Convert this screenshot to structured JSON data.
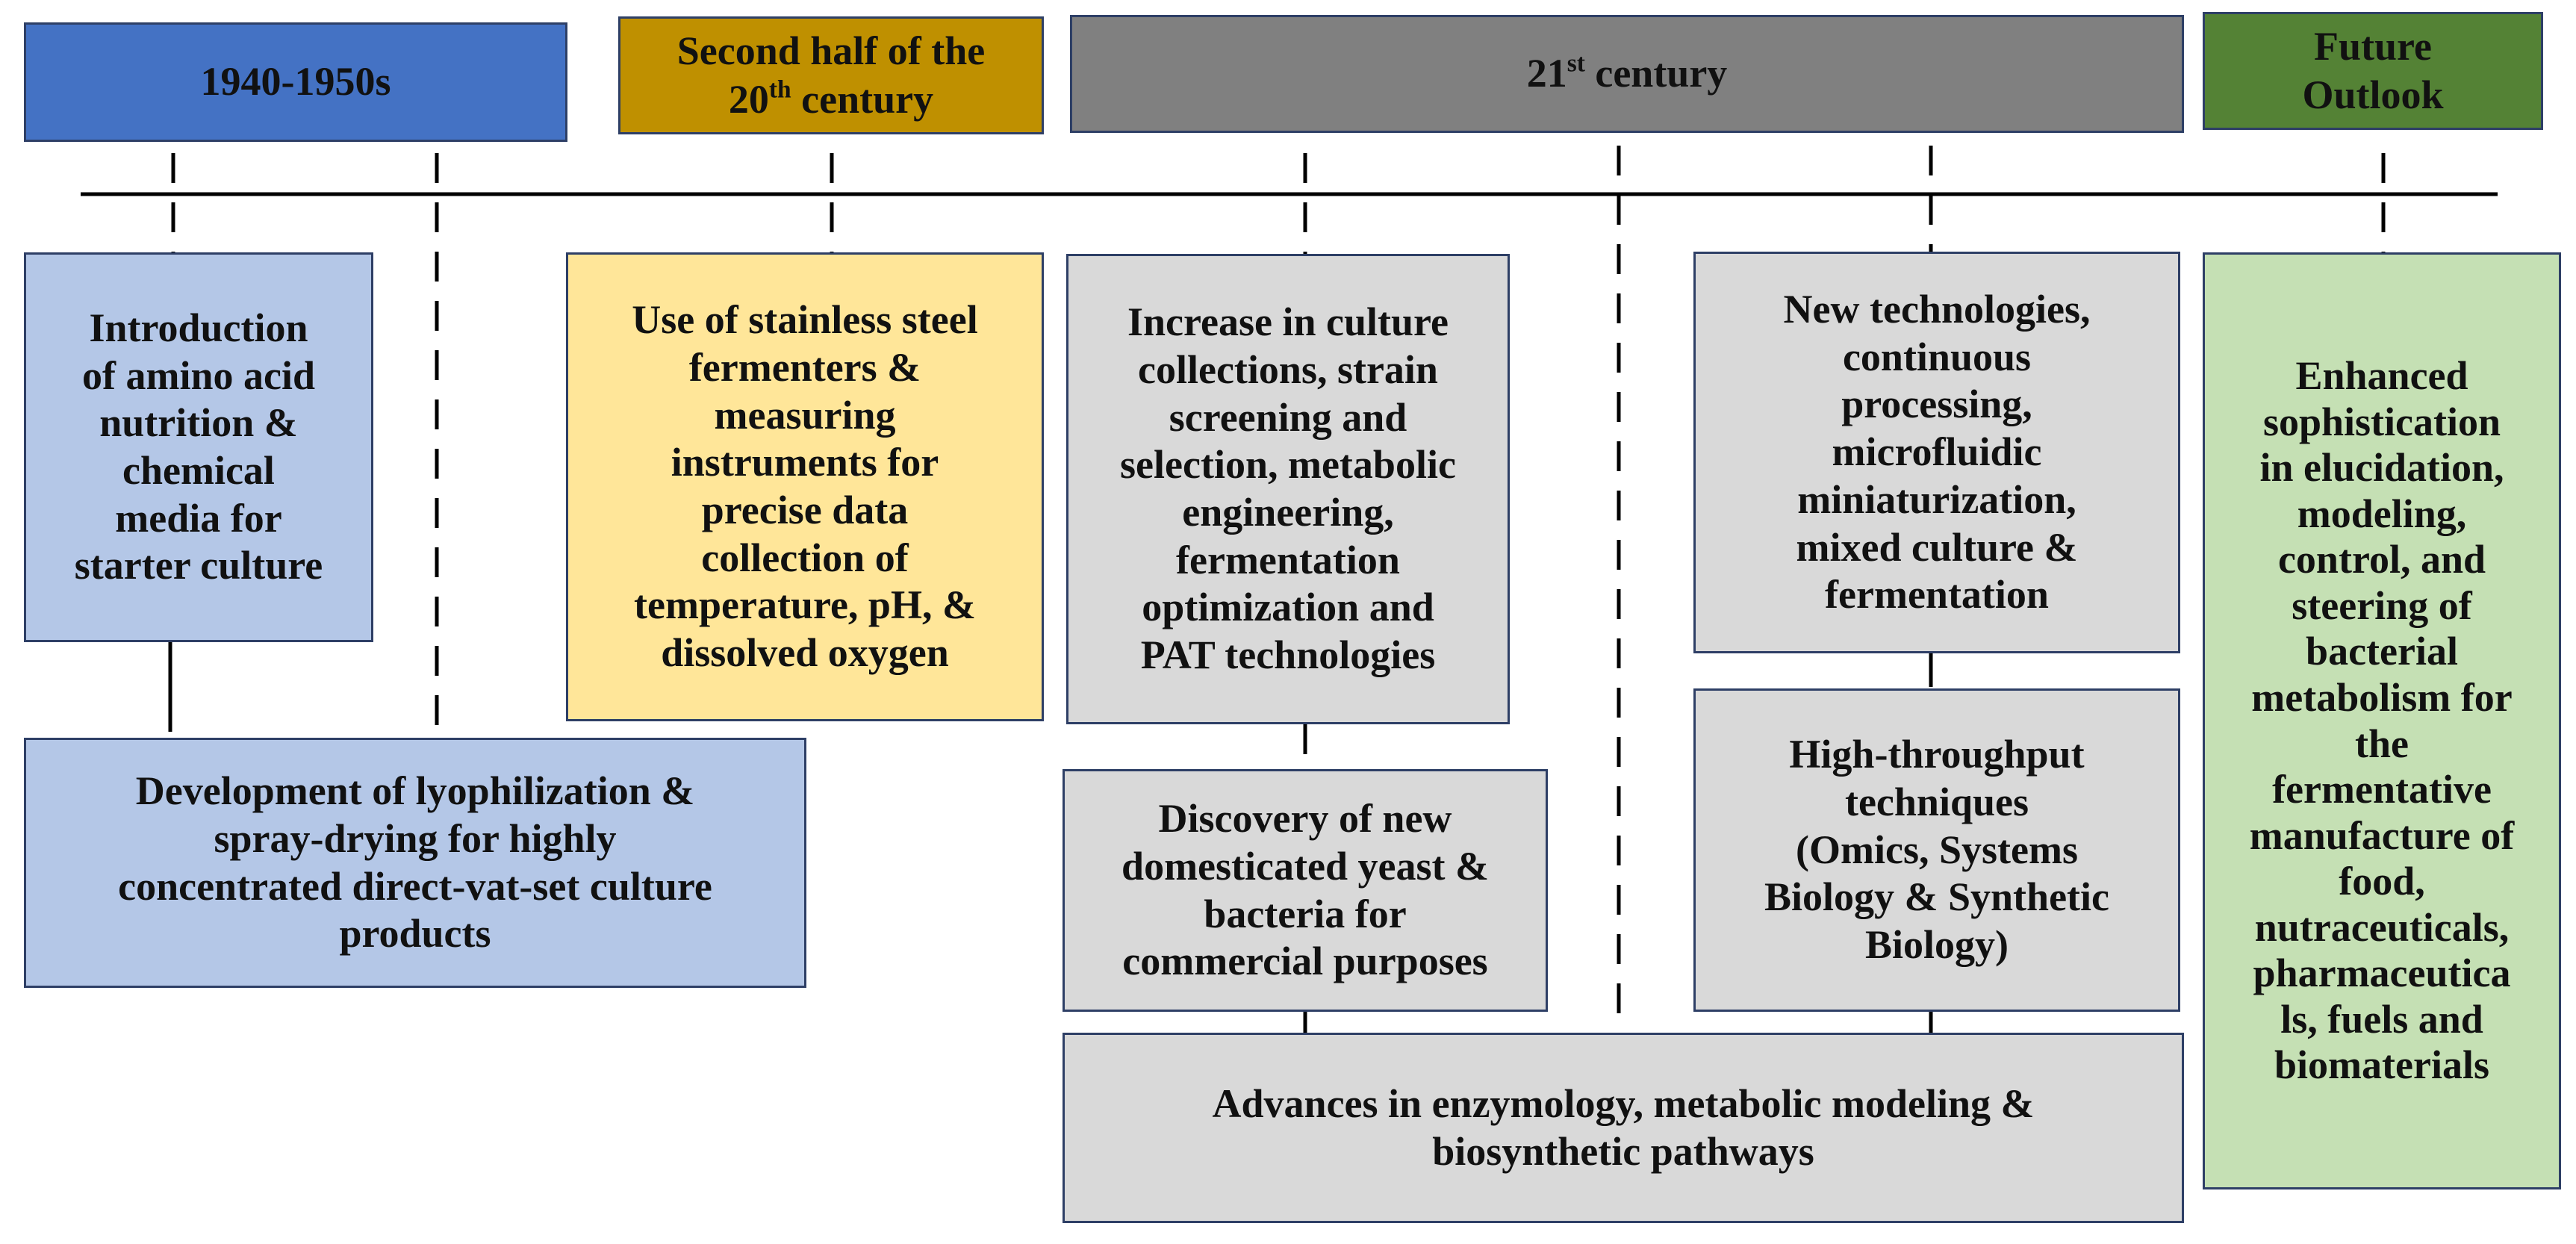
{
  "headers": {
    "era1": "1940-1950s",
    "era2_line1": "Second half of the",
    "era2_line2_base": "20",
    "era2_line2_sup": "th",
    "era2_line2_rest": " century",
    "era3_base": "21",
    "era3_sup": "st",
    "era3_rest": " century",
    "era4": "Future\nOutlook"
  },
  "events": {
    "amino_acid": "Introduction\nof amino acid\nnutrition &\nchemical\nmedia for\nstarter culture",
    "lyophilization": "Development of lyophilization &\nspray-drying for highly\nconcentrated direct-vat-set culture\nproducts",
    "stainless_steel": "Use of stainless steel\nfermenters &\nmeasuring\ninstruments for\nprecise data\ncollection of\ntemperature, pH, &\ndissolved oxygen",
    "culture_collections": "Increase in culture\ncollections, strain\nscreening and\nselection, metabolic\nengineering,\nfermentation\noptimization and\nPAT technologies",
    "domesticated_yeast": "Discovery of new\ndomesticated yeast &\nbacteria for\ncommercial purposes",
    "new_technologies": "New technologies,\ncontinuous\nprocessing,\nmicrofluidic\nminiaturization,\nmixed culture &\nfermentation",
    "high_throughput": "High-throughput\ntechniques\n(Omics, Systems\nBiology & Synthetic\nBiology)",
    "enzymology": "Advances in enzymology, metabolic modeling &\nbiosynthetic pathways",
    "future": "Enhanced\nsophistication\nin elucidation,\nmodeling,\ncontrol, and\nsteering of\nbacterial\nmetabolism for\nthe\nfermentative\nmanufacture of\nfood,\nnutraceuticals,\npharmaceutica\nls, fuels and\nbiomaterials"
  },
  "colors": {
    "era1_header": "#4472c4",
    "era2_header": "#bf9000",
    "era3_header": "#808080",
    "era4_header": "#548235",
    "era1_box": "#b4c7e7",
    "era2_box": "#ffe699",
    "era3_box": "#d9d9d9",
    "era4_box": "#c5e0b4"
  }
}
